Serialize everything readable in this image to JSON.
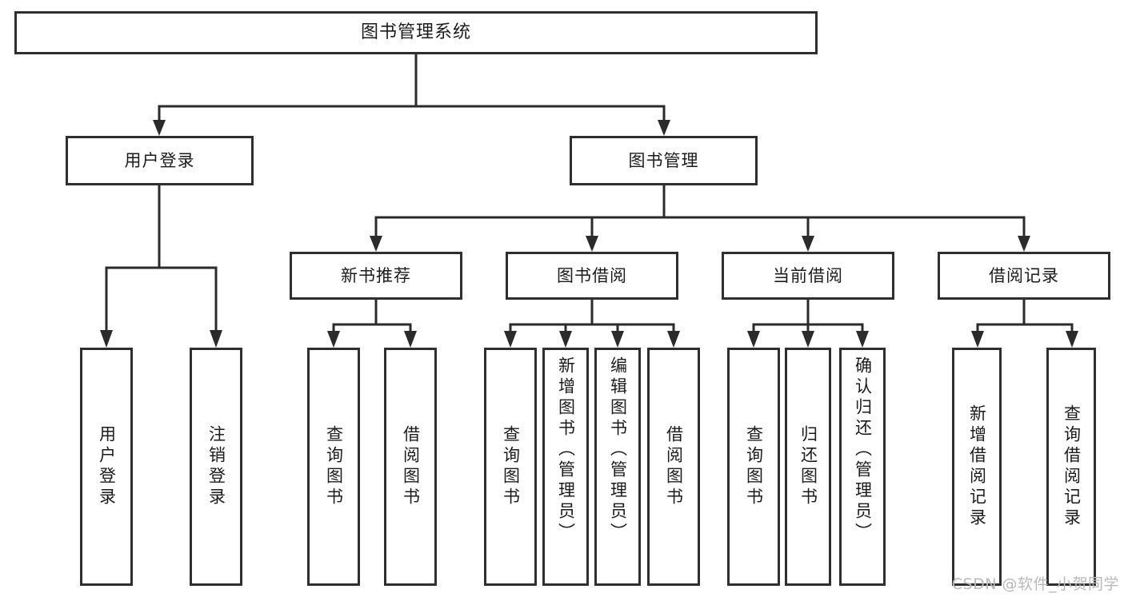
{
  "diagram": {
    "type": "tree",
    "title": "图书管理系统",
    "orientation": "top-down",
    "colors": {
      "stroke": "#2f2f2f",
      "fill": "#ffffff",
      "text": "#1b1b1b",
      "watermark": "#b9b9b9"
    }
  },
  "nodes": {
    "root": {
      "label": "图书管理系统"
    },
    "level2": [
      {
        "id": "user-login",
        "label": "用户登录"
      },
      {
        "id": "book-manage",
        "label": "图书管理"
      }
    ],
    "level3": [
      {
        "id": "new-book-recommend",
        "label": "新书推荐"
      },
      {
        "id": "book-borrow",
        "label": "图书借阅"
      },
      {
        "id": "current-borrow",
        "label": "当前借阅"
      },
      {
        "id": "borrow-record",
        "label": "借阅记录"
      }
    ],
    "leaves": {
      "user_login": [
        {
          "id": "leaf-user-login",
          "label": "用户登录"
        },
        {
          "id": "leaf-logout-login",
          "label": "注销登录"
        }
      ],
      "new_book_recommend": [
        {
          "id": "leaf-query-book-1",
          "label": "查询图书"
        },
        {
          "id": "leaf-borrow-book-1",
          "label": "借阅图书"
        }
      ],
      "book_borrow": [
        {
          "id": "leaf-query-book-2",
          "label": "查询图书"
        },
        {
          "id": "leaf-add-book",
          "label": "新增图书（管理员）"
        },
        {
          "id": "leaf-edit-book",
          "label": "编辑图书（管理员）"
        },
        {
          "id": "leaf-borrow-book-2",
          "label": "借阅图书"
        }
      ],
      "current_borrow": [
        {
          "id": "leaf-query-book-3",
          "label": "查询图书"
        },
        {
          "id": "leaf-return-book",
          "label": "归还图书"
        },
        {
          "id": "leaf-confirm-return",
          "label": "确认归还（管理员）"
        }
      ],
      "borrow_record": [
        {
          "id": "leaf-add-record",
          "label": "新增借阅记录"
        },
        {
          "id": "leaf-query-record",
          "label": "查询借阅记录"
        }
      ]
    }
  },
  "watermark": {
    "text": "CSDN @软件_小贺同学"
  }
}
